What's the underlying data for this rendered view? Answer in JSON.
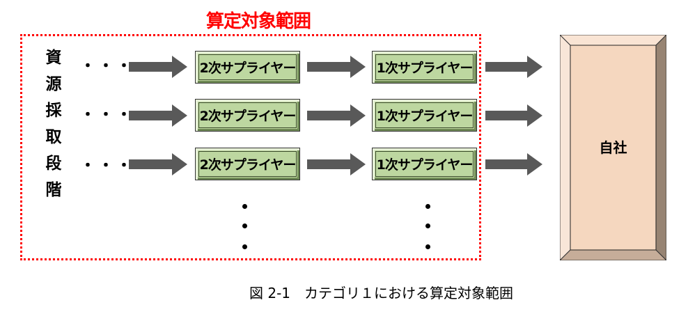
{
  "diagram": {
    "scope_title": "算定対象範囲",
    "origin_label_chars": [
      "資",
      "源",
      "採",
      "取",
      "段",
      "階"
    ],
    "ellipsis": "・・・",
    "rows": [
      {
        "tier2": "2次サプライヤー",
        "tier1": "1次サプライヤー"
      },
      {
        "tier2": "2次サプライヤー",
        "tier1": "1次サプライヤー"
      },
      {
        "tier2": "2次サプライヤー",
        "tier1": "1次サプライヤー"
      }
    ],
    "company_label": "自社",
    "caption": "図 2-1　カテゴリ１における算定対象範囲"
  },
  "colors": {
    "scope_border": "#ff0000",
    "supplier_fill": "#c3dba3",
    "company_fill": "#f5d7bf",
    "arrow": "#595959"
  }
}
